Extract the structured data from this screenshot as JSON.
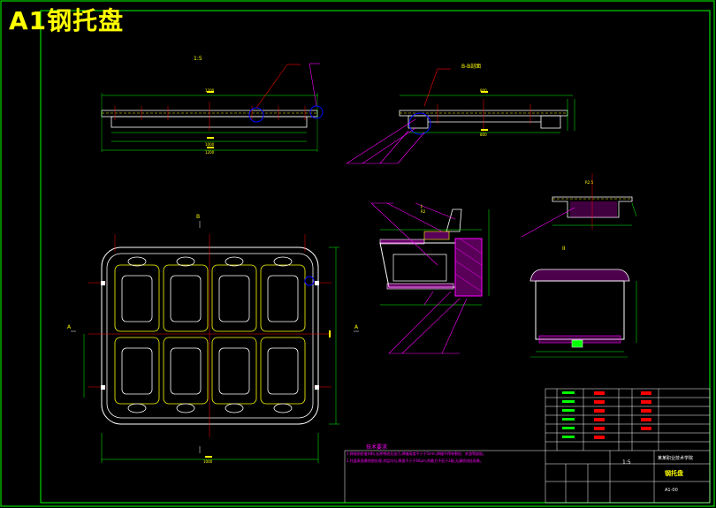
{
  "drawing": {
    "title": "A1钢托盘",
    "views": {
      "front_label": "1:5",
      "section_label": "B-B剖面",
      "detail_i_label": "I",
      "detail_ii_label": "II",
      "left_label": "A",
      "top_label": "B",
      "right_label": "A"
    },
    "dimensions": {
      "front_top": "1200",
      "front_bottom": "1000",
      "front_overall": "1200",
      "plan_bottom": "1000",
      "section_top": "800",
      "section_bottom": "800",
      "detail_dim": "R2.5",
      "detail_dim2": "R2"
    },
    "notes": {
      "title": "技术要求",
      "line1": "1.焊接前检查材料,去除锈迹及油污,焊缝高度不小于5mm,焊缝不得有裂纹、夹渣等缺陷。",
      "line2": "2.托盘表面需喷塑处理,涂层均匀,厚度不小于60μm,附着力不低于2级,无漏喷流挂现象。"
    },
    "title_block": {
      "part_name": "钢托盘",
      "school": "某某职业技术学院",
      "scale": "1:5",
      "drawing_no": "A1-00"
    }
  },
  "colors": {
    "frame": "#00ff00",
    "outline": "#ffffff",
    "hidden": "#ffff00",
    "centerline": "#ff0000",
    "leader": "#ff00ff",
    "dimension": "#00ff00",
    "highlight": "#0000ff",
    "hatch": "#ff00ff"
  }
}
